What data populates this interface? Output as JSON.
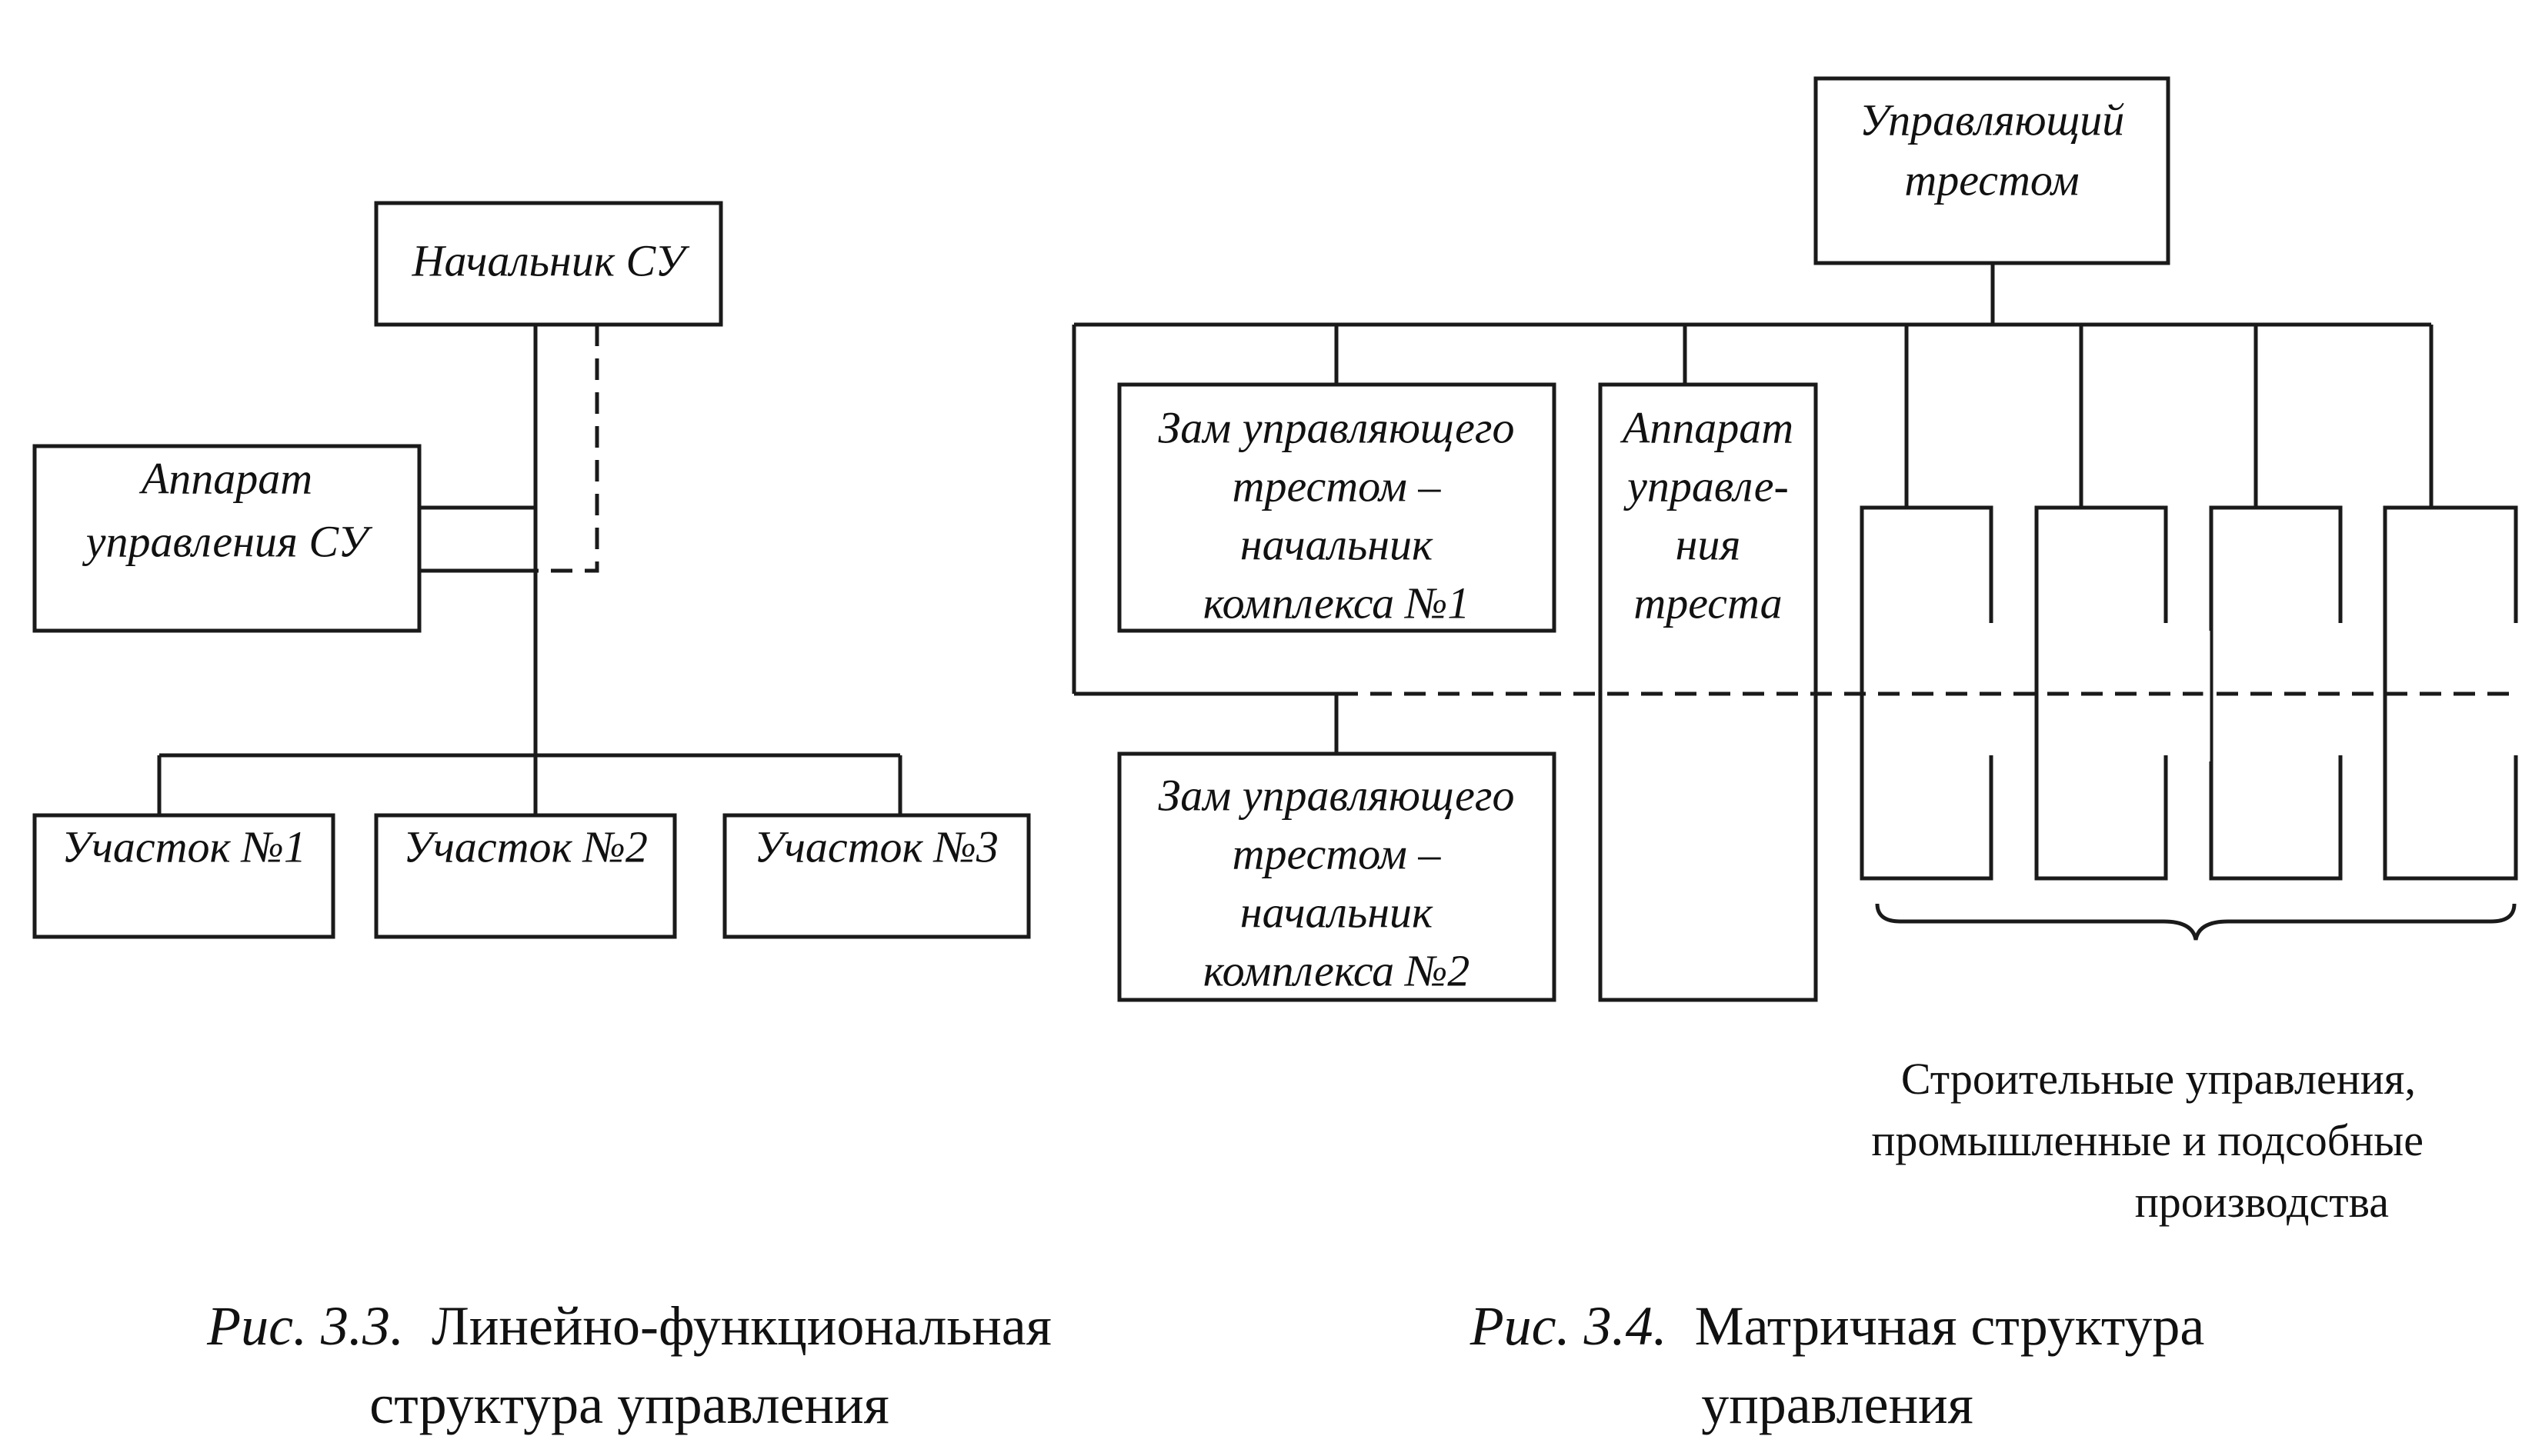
{
  "fig33": {
    "head": "Начальник СУ",
    "apparatus": [
      "Аппарат",
      "управления СУ"
    ],
    "sites": [
      "Участок №1",
      "Участок №2",
      "Участок №3"
    ],
    "caption_num": "Рис. 3.3.",
    "caption_title": "Линейно-функциональная",
    "caption_line2": "структура управления"
  },
  "fig34": {
    "manager": [
      "Управляющий",
      "трестом"
    ],
    "deputy1": [
      "Зам управляющего",
      "трестом –",
      "начальник",
      "комплекса №1"
    ],
    "deputy2": [
      "Зам управляющего",
      "трестом –",
      "–",
      "начальник",
      "комплекса №2"
    ],
    "apparatus": [
      "Аппарат",
      "управле-",
      "ния",
      "треста"
    ],
    "units_label": [
      "Строительные управления,",
      "промышленные и подсобные",
      "производства"
    ],
    "caption_num": "Рис. 3.4.",
    "caption_title": "Матричная структура",
    "caption_line2": "управления"
  }
}
